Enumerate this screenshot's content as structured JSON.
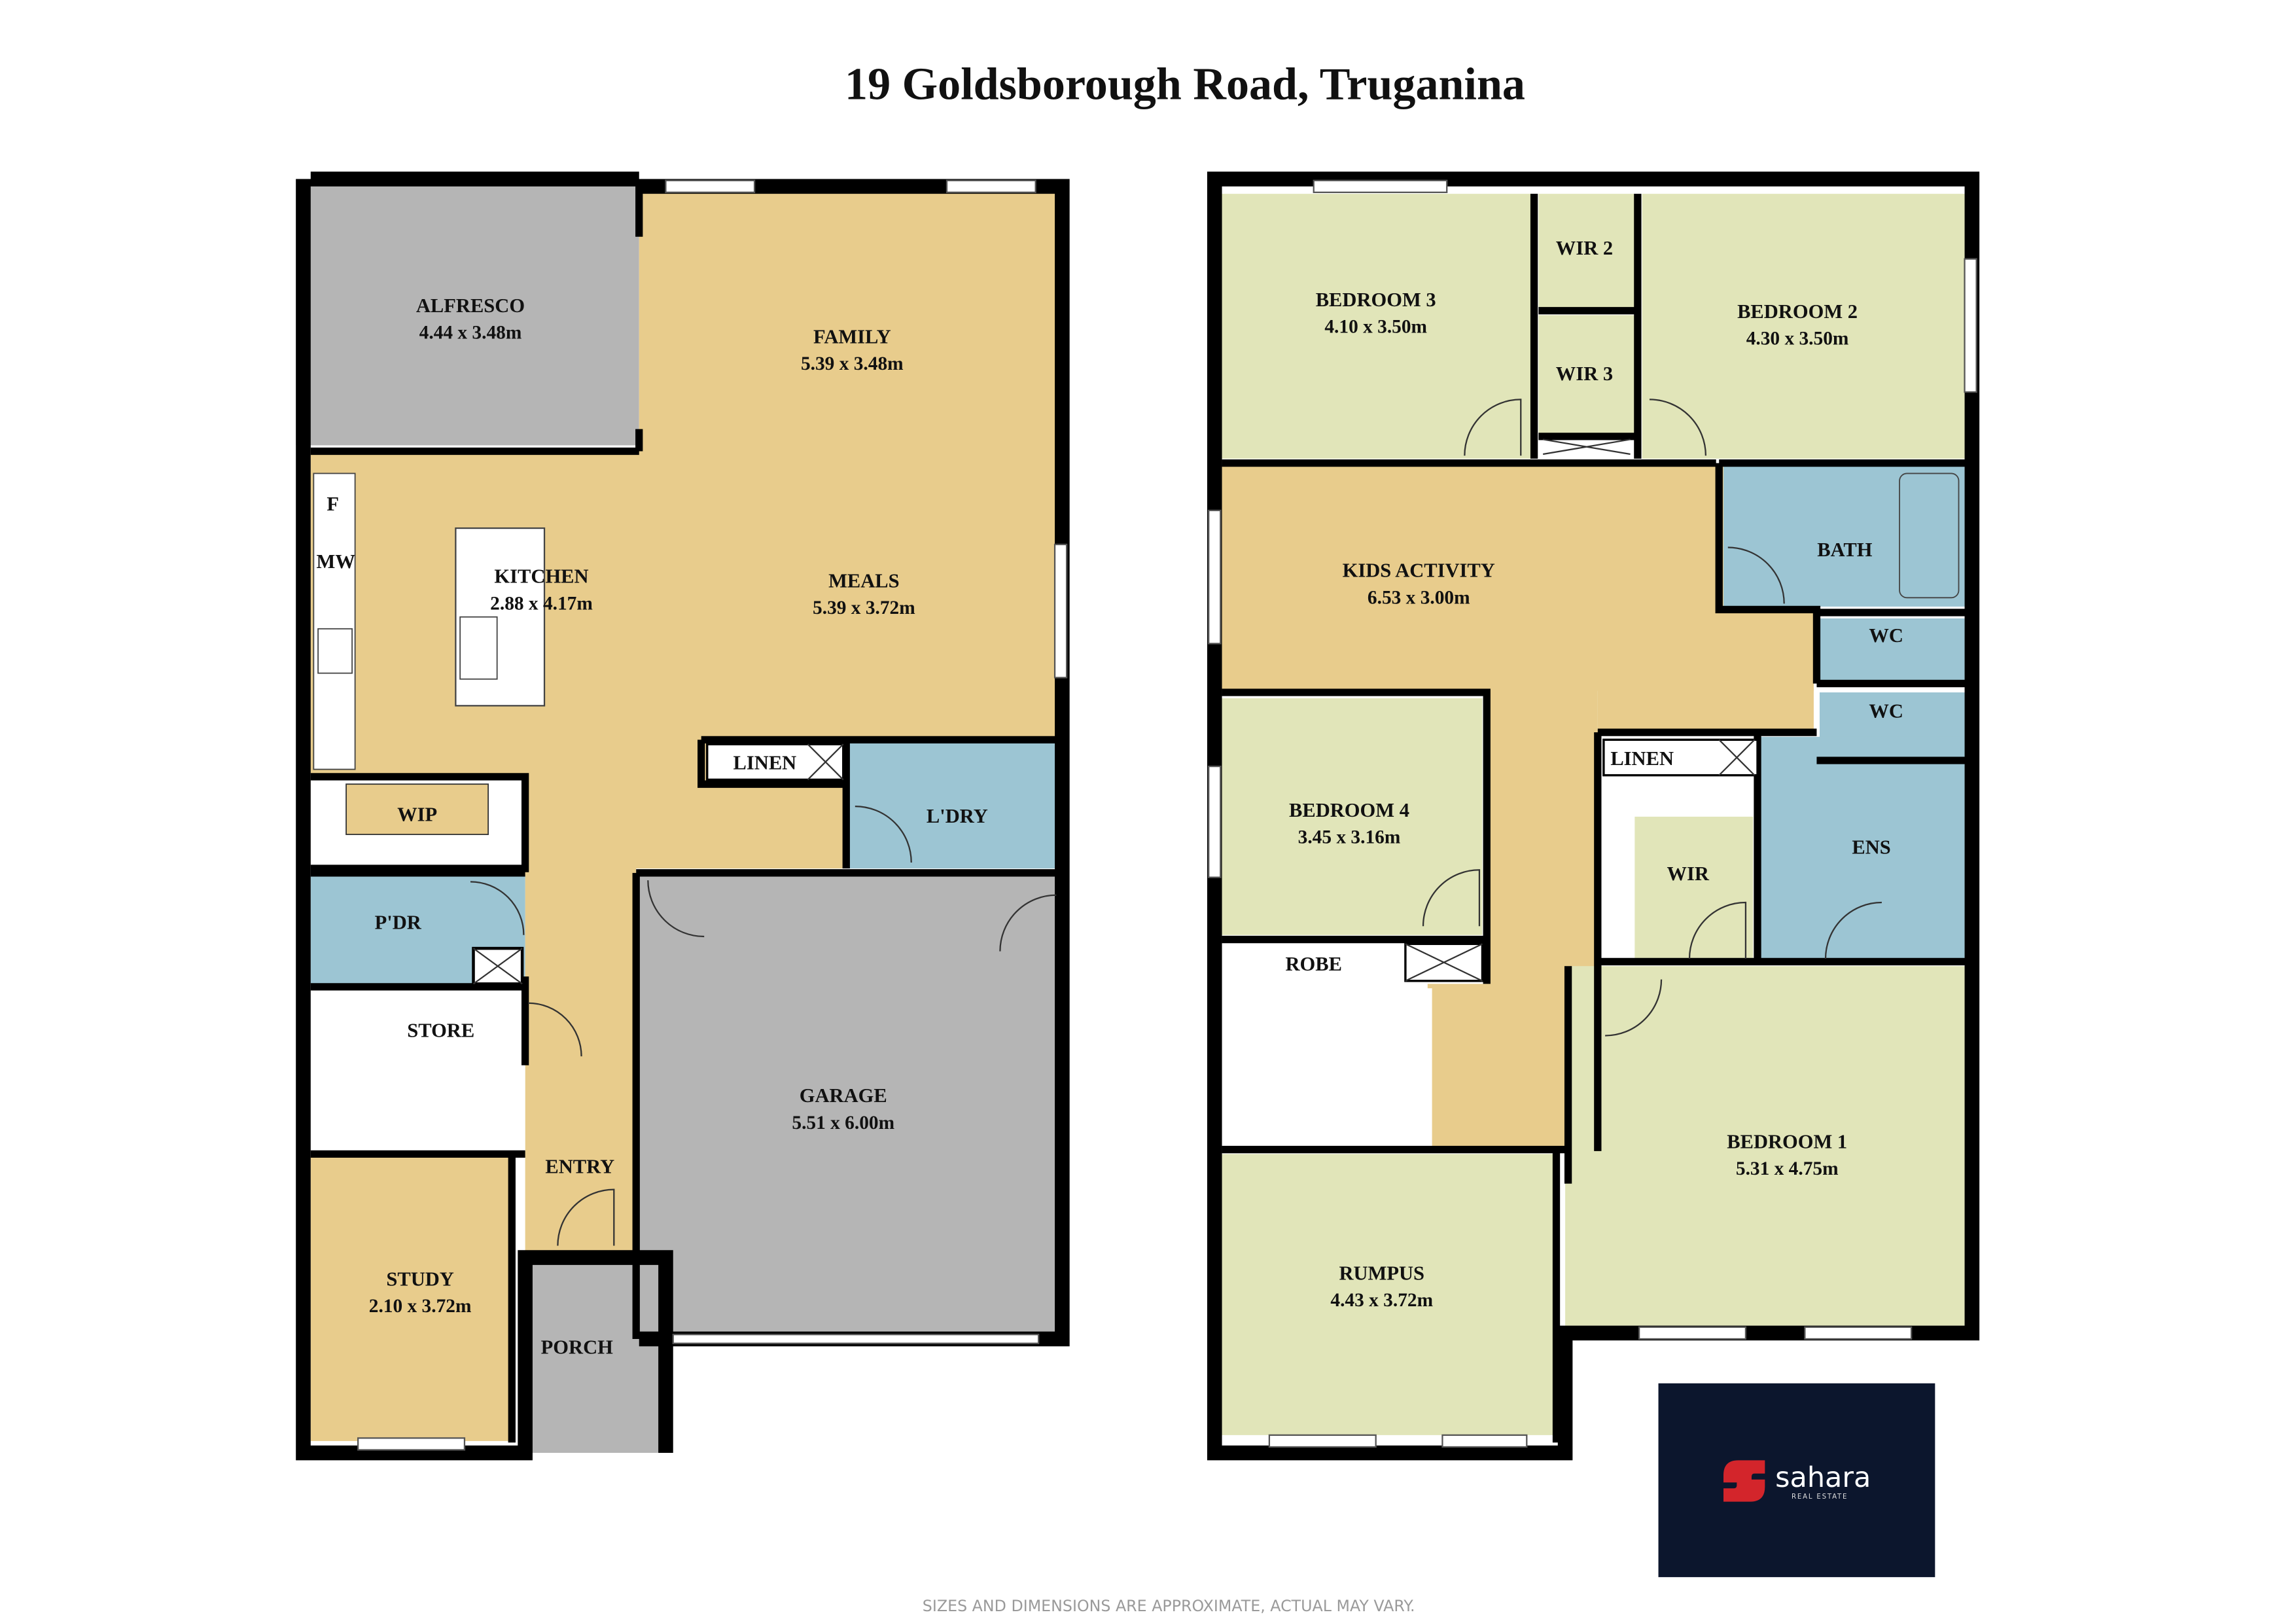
{
  "title": "19 Goldsborough Road, Truganina",
  "disclaimer": "SIZES AND DIMENSIONS ARE APPROXIMATE, ACTUAL MAY VARY.",
  "colors": {
    "living": "#e8cc8c",
    "outdoor": "#b5b5b5",
    "bedroom": "#e1e5b9",
    "wet": "#9cc5d3",
    "wall": "#000000",
    "logo_bg": "#0c162d",
    "logo_red": "#d3252b"
  },
  "ground_floor": {
    "alfresco": {
      "name": "ALFRESCO",
      "dims": "4.44  x 3.48m"
    },
    "family": {
      "name": "FAMILY",
      "dims": "5.39  x 3.48m"
    },
    "kitchen": {
      "name": "KITCHEN",
      "dims": "2.88 x 4.17m"
    },
    "meals": {
      "name": "MEALS",
      "dims": "5.39  x 3.72m"
    },
    "fridge": "F",
    "microwave": "MW",
    "linen": "LINEN",
    "laundry": "L'DRY",
    "wip": "WIP",
    "powder": "P'DR",
    "store": "STORE",
    "garage": {
      "name": "GARAGE",
      "dims": "5.51  x 6.00m"
    },
    "entry": "ENTRY",
    "study": {
      "name": "STUDY",
      "dims": "2.10  x 3.72m"
    },
    "porch": "PORCH"
  },
  "upper_floor": {
    "bedroom3": {
      "name": "BEDROOM 3",
      "dims": "4.10  x 3.50m"
    },
    "wir2": "WIR 2",
    "wir3": "WIR 3",
    "bedroom2": {
      "name": "BEDROOM 2",
      "dims": "4.30  x 3.50m"
    },
    "kids_activity": {
      "name": "KIDS ACTIVITY",
      "dims": "6.53  x 3.00m"
    },
    "bath": "BATH",
    "wc1": "WC",
    "wc2": "WC",
    "linen": "LINEN",
    "bedroom4": {
      "name": "BEDROOM 4",
      "dims": "3.45  x 3.16m"
    },
    "wir": "WIR",
    "ens": "ENS",
    "robe": "ROBE",
    "bedroom1": {
      "name": "BEDROOM 1",
      "dims": "5.31  x 4.75m"
    },
    "rumpus": {
      "name": "RUMPUS",
      "dims": "4.43  x 3.72m"
    }
  },
  "logo": {
    "brand": "sahara",
    "tagline": "REAL ESTATE"
  }
}
